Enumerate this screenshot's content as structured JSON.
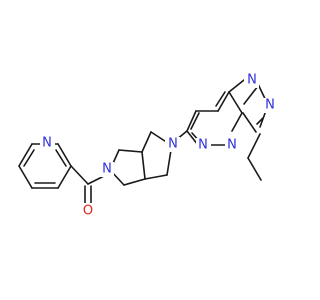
{
  "structure": {
    "colors": {
      "bond": "#1a1a1a",
      "nitrogen": "#2f2fd8",
      "oxygen": "#e0241b",
      "background": "#ffffff"
    },
    "atom_labels": {
      "pyridine_n": "N",
      "carbonyl_o": "O",
      "amide_n": "N",
      "bicyclic_n": "N",
      "triazolo_n_top1": "N",
      "triazolo_n_top2": "N",
      "triazolo_n_bridge": "N",
      "pyridazine_n": "N"
    }
  }
}
